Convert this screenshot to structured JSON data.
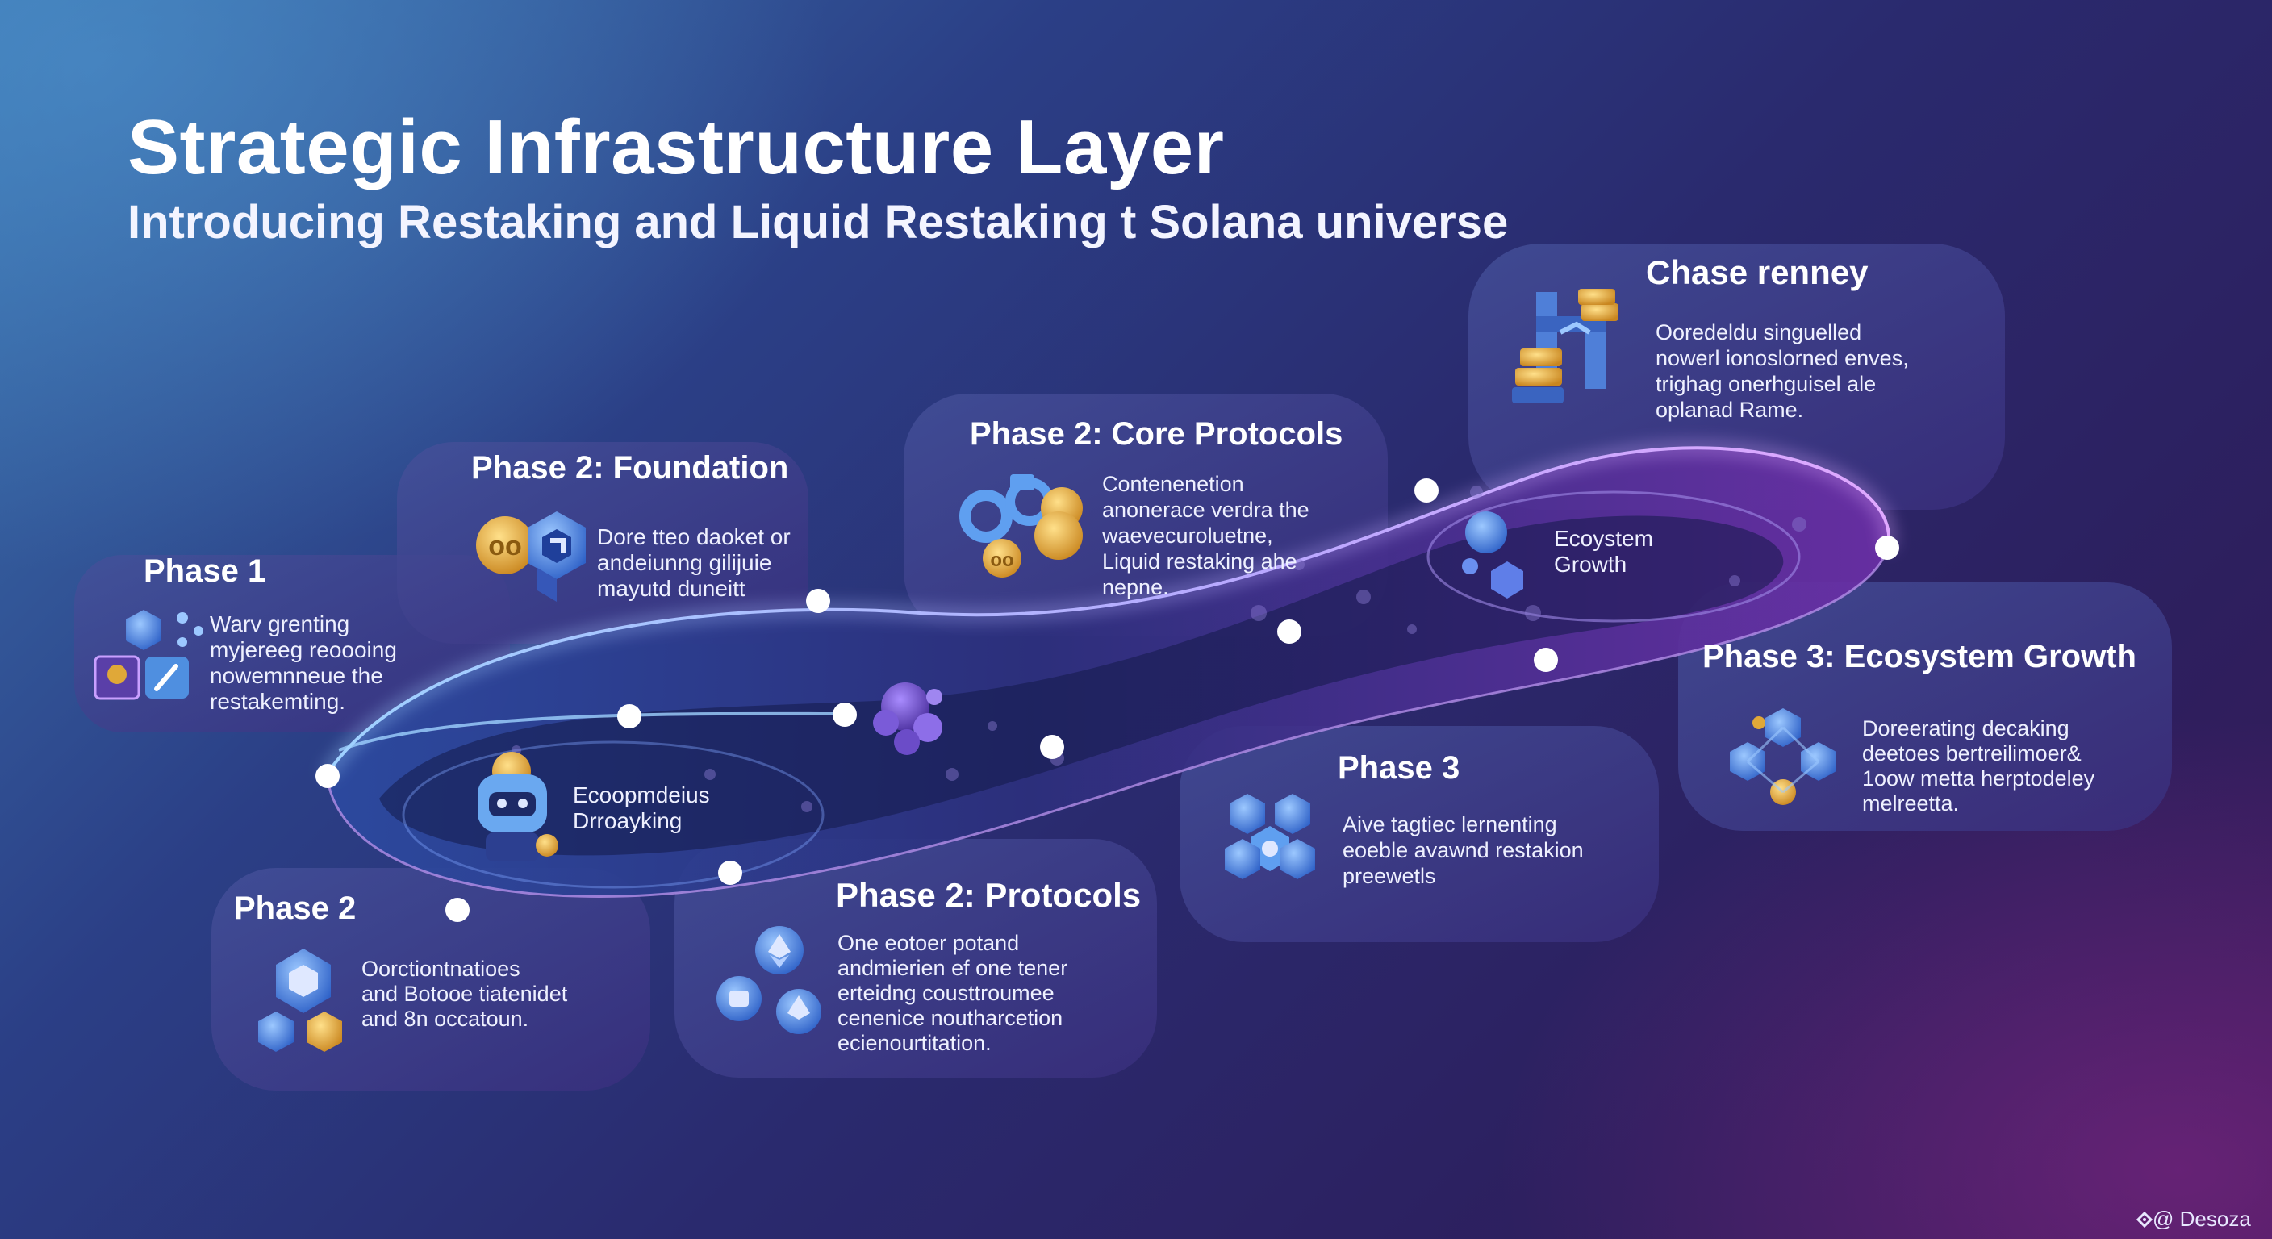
{
  "header": {
    "title": "Strategic Infrastructure Layer",
    "subtitle": "Introducing Restaking and Liquid Restaking t Solana universe"
  },
  "cards": {
    "phase1": {
      "title": "Phase 1",
      "text": "Warv grenting\nmyjereeg reoooing\nnowemnneue the\nrestakemting."
    },
    "foundation": {
      "title": "Phase 2: Foundation",
      "text": "Dore tteo daoket or\nandeiunng gilijuie\nmayutd duneitt"
    },
    "core_protocols": {
      "title": "Phase 2: Core Protocols",
      "text": "Contenenetion\nanonerace verdra the\nwaevecuroluetne,\nLiquid restaking ahe\nnepne."
    },
    "chase": {
      "title": "Chase renney",
      "text": "Ooredeldu singuelled\nnowerl ionoslorned enves,\ntrighag onerhguisel ale\noplanad Rame."
    },
    "ecosystem_growth": {
      "title": "Phase 3: Ecosystem Growth",
      "text": "Doreerating decaking\ndeetoes bertreilimoer&\n1oow metta herptodeley\nmelreetta."
    },
    "phase3": {
      "title": "Phase 3",
      "text": "Aive tagtiec lernenting\neoeble avawnd restakion\npreewetls"
    },
    "protocols": {
      "title": "Phase 2: Protocols",
      "text": "One eotoer potand\nandmierien ef one tener\nerteidng cousttroumee\ncenenice noutharcetion\necienourtitation."
    },
    "phase2": {
      "title": "Phase 2",
      "text": "Oorctiontnatioes\nand Botooe tiatenidet\nand 8n occatoun."
    }
  },
  "inner_labels": {
    "left": "Ecoopmdeius\nDrroayking",
    "right": "Ecoystem\nGrowth"
  },
  "watermark": "@ Desoza",
  "colors": {
    "accent_gold": "#e0a838",
    "accent_blue": "#4f8fe0",
    "card_fill": "#3b3f86",
    "path_glow": "#8fc4ff"
  },
  "icons": {
    "phase1": "token-cluster-icon",
    "foundation": "coin-and-hexagon-icon",
    "core_protocols": "gear-and-coins-icon",
    "chase": "block-tower-icon",
    "ecosystem_growth": "hexagon-network-icon",
    "phase3": "hexagon-cluster-icon",
    "protocols": "ethereum-orb-icon",
    "phase2": "stacked-hexagon-icon",
    "center": "robot-mascot-icon",
    "center_orb": "purple-orb-cluster-icon",
    "right_orb": "blue-orb-cluster-icon",
    "watermark": "diamond-logo-icon"
  }
}
